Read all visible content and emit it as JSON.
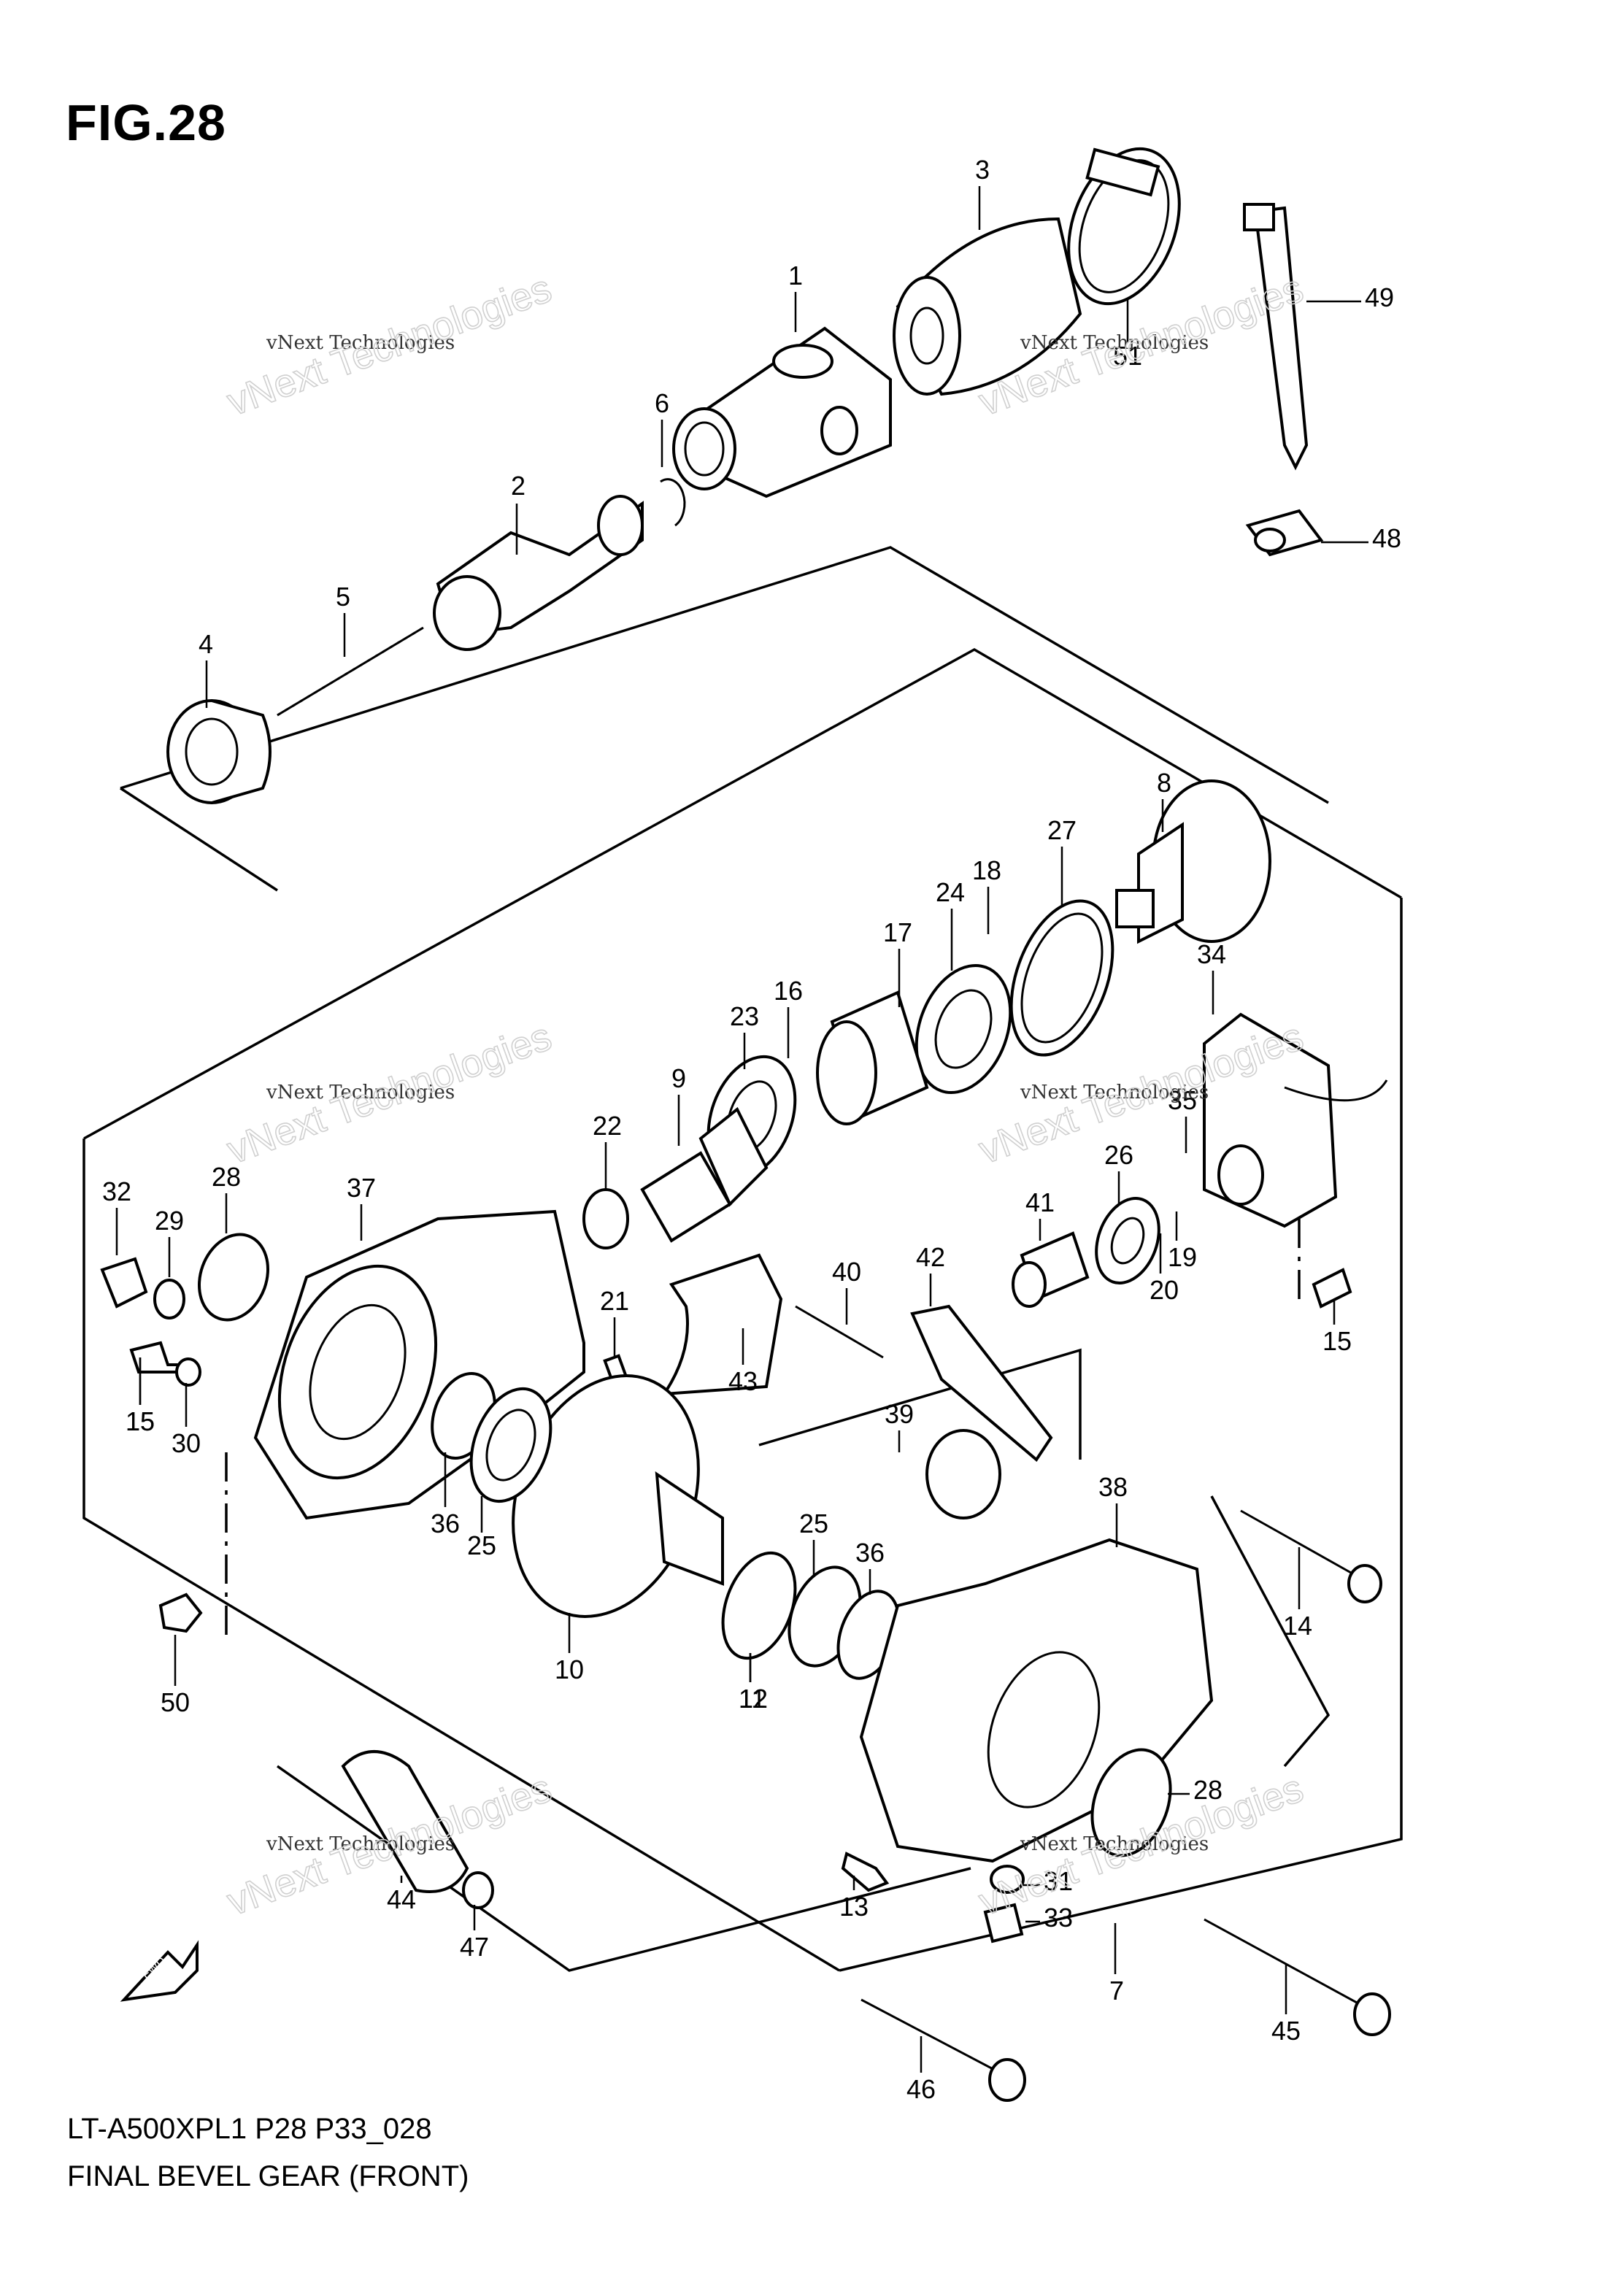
{
  "figure": {
    "title": "FIG.28",
    "model_code": "LT-A500XPL1 P28 P33_028",
    "name": "FINAL BEVEL GEAR (FRONT)"
  },
  "watermark": {
    "small": "vNext Technologies",
    "big": "vNext Technologies"
  },
  "badge": {
    "fwd": "FWD"
  },
  "callouts": [
    {
      "n": "1"
    },
    {
      "n": "2"
    },
    {
      "n": "3"
    },
    {
      "n": "4"
    },
    {
      "n": "5"
    },
    {
      "n": "6"
    },
    {
      "n": "7"
    },
    {
      "n": "8"
    },
    {
      "n": "9"
    },
    {
      "n": "10"
    },
    {
      "n": "11"
    },
    {
      "n": "12"
    },
    {
      "n": "13"
    },
    {
      "n": "14"
    },
    {
      "n": "15"
    },
    {
      "n": "15"
    },
    {
      "n": "15"
    },
    {
      "n": "16"
    },
    {
      "n": "17"
    },
    {
      "n": "18"
    },
    {
      "n": "19"
    },
    {
      "n": "20"
    },
    {
      "n": "21"
    },
    {
      "n": "22"
    },
    {
      "n": "23"
    },
    {
      "n": "24"
    },
    {
      "n": "25"
    },
    {
      "n": "25"
    },
    {
      "n": "26"
    },
    {
      "n": "27"
    },
    {
      "n": "28"
    },
    {
      "n": "28"
    },
    {
      "n": "29"
    },
    {
      "n": "30"
    },
    {
      "n": "31"
    },
    {
      "n": "32"
    },
    {
      "n": "33"
    },
    {
      "n": "34"
    },
    {
      "n": "35"
    },
    {
      "n": "36"
    },
    {
      "n": "36"
    },
    {
      "n": "37"
    },
    {
      "n": "38"
    },
    {
      "n": "39"
    },
    {
      "n": "40"
    },
    {
      "n": "41"
    },
    {
      "n": "42"
    },
    {
      "n": "43"
    },
    {
      "n": "44"
    },
    {
      "n": "45"
    },
    {
      "n": "46"
    },
    {
      "n": "47"
    },
    {
      "n": "48"
    },
    {
      "n": "49"
    },
    {
      "n": "50"
    },
    {
      "n": "51"
    }
  ]
}
